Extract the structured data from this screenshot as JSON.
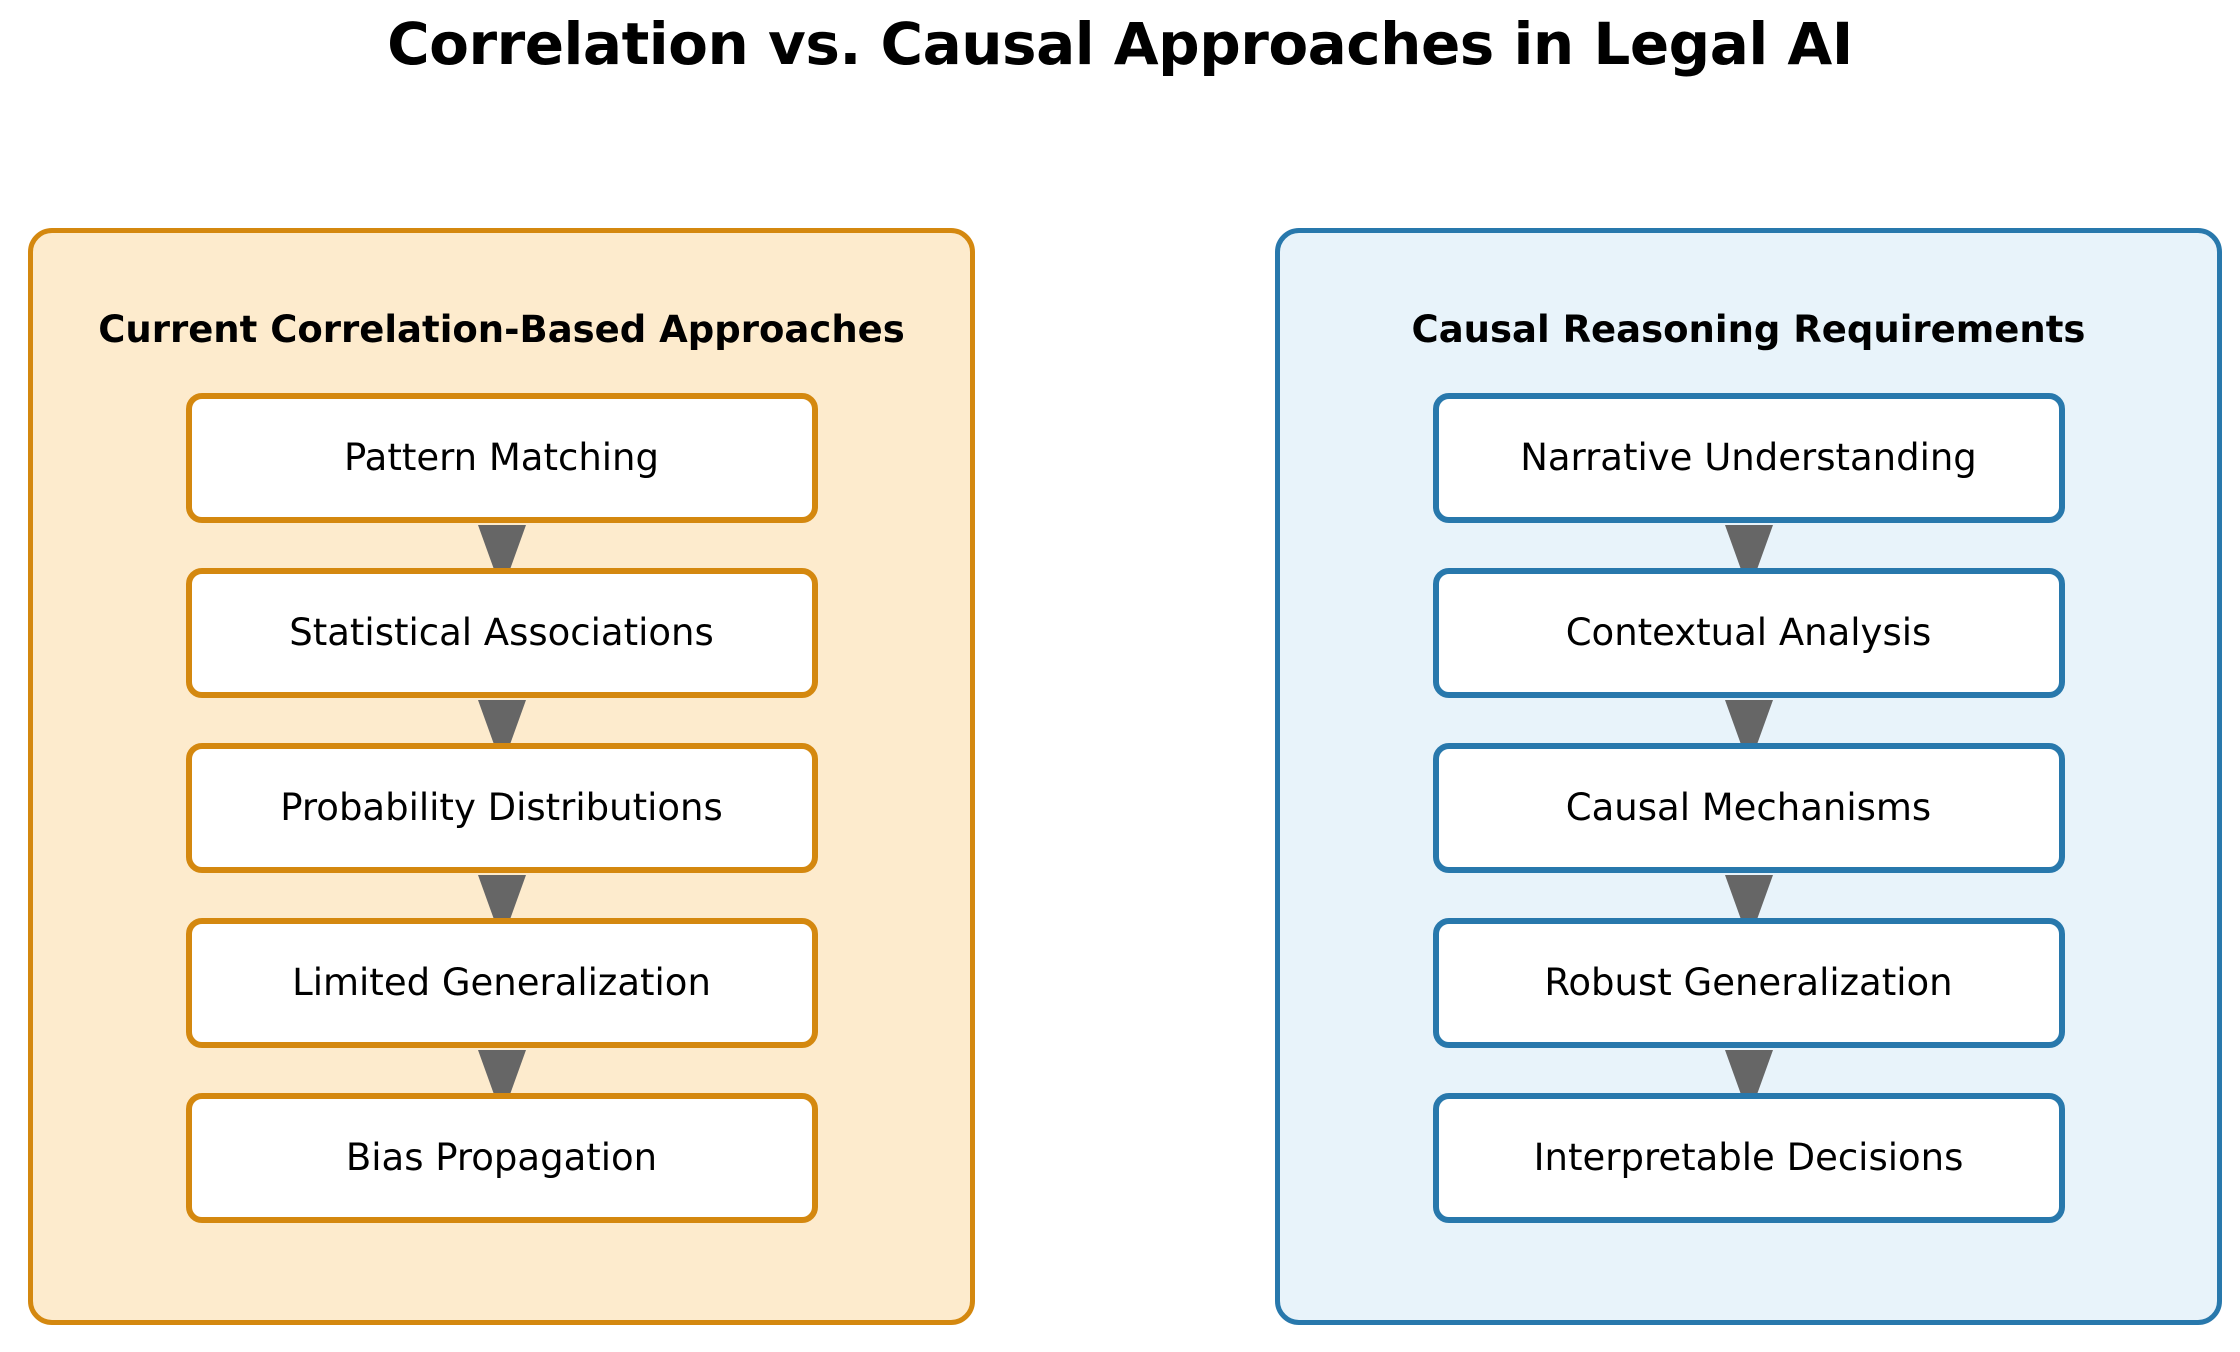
{
  "title": "Correlation vs. Causal Approaches in Legal AI",
  "colors": {
    "left_border": "#d4880f",
    "left_fill": "#fdebcd",
    "right_border": "#2878ac",
    "right_fill": "#e8f3fa",
    "node_fill": "#ffffff",
    "arrow": "#666666",
    "text": "#000000",
    "background": "#ffffff"
  },
  "chart_data": {
    "type": "diagram",
    "title": "Correlation vs. Causal Approaches in Legal AI",
    "layout": "two side-by-side vertical flowcharts, 5 nodes each, connected top-to-bottom by downward arrows"
  },
  "panels": [
    {
      "id": "correlation",
      "title": "Current Correlation-Based Approaches",
      "accent": "#d4880f",
      "fill": "#fdebcd",
      "nodes": [
        {
          "label": "Pattern Matching"
        },
        {
          "label": "Statistical Associations"
        },
        {
          "label": "Probability Distributions"
        },
        {
          "label": "Limited Generalization"
        },
        {
          "label": "Bias Propagation"
        }
      ]
    },
    {
      "id": "causal",
      "title": "Causal Reasoning Requirements",
      "accent": "#2878ac",
      "fill": "#e8f3fa",
      "nodes": [
        {
          "label": "Narrative Understanding"
        },
        {
          "label": "Contextual Analysis"
        },
        {
          "label": "Causal Mechanisms"
        },
        {
          "label": "Robust Generalization"
        },
        {
          "label": "Interpretable Decisions"
        }
      ]
    }
  ]
}
